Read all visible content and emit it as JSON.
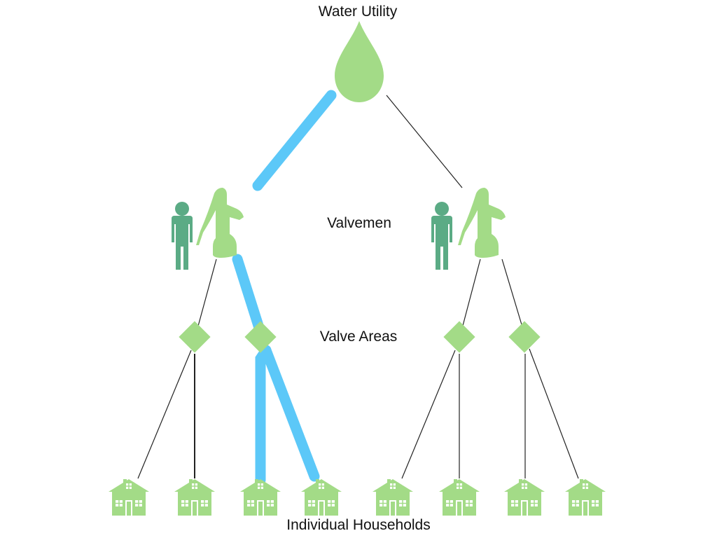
{
  "labels": {
    "utility": "Water Utility",
    "valvemen": "Valvemen",
    "valve_areas": "Valve Areas",
    "households": "Individual Households"
  },
  "colors": {
    "node_green": "#a3db87",
    "person_green": "#5bab85",
    "flow_blue": "#5cc8f8",
    "connector": "#222222"
  },
  "nodes": {
    "utility": {
      "type": "water-drop-icon"
    },
    "valvemen": [
      {
        "id": "valveman-1",
        "icons": [
          "person-icon",
          "water-pump-icon"
        ]
      },
      {
        "id": "valveman-2",
        "icons": [
          "person-icon",
          "water-pump-icon"
        ]
      }
    ],
    "valve_areas": [
      {
        "id": "area-1",
        "parent": "valveman-1"
      },
      {
        "id": "area-2",
        "parent": "valveman-1"
      },
      {
        "id": "area-3",
        "parent": "valveman-2"
      },
      {
        "id": "area-4",
        "parent": "valveman-2"
      }
    ],
    "households": [
      {
        "id": "house-1",
        "parent": "area-1"
      },
      {
        "id": "house-2",
        "parent": "area-1"
      },
      {
        "id": "house-3",
        "parent": "area-2"
      },
      {
        "id": "house-4",
        "parent": "area-2"
      },
      {
        "id": "house-5",
        "parent": "area-3"
      },
      {
        "id": "house-6",
        "parent": "area-3"
      },
      {
        "id": "house-7",
        "parent": "area-4"
      },
      {
        "id": "house-8",
        "parent": "area-4"
      }
    ]
  },
  "highlighted_path": [
    "utility",
    "valveman-1",
    "area-2",
    "house-3",
    "house-4"
  ]
}
